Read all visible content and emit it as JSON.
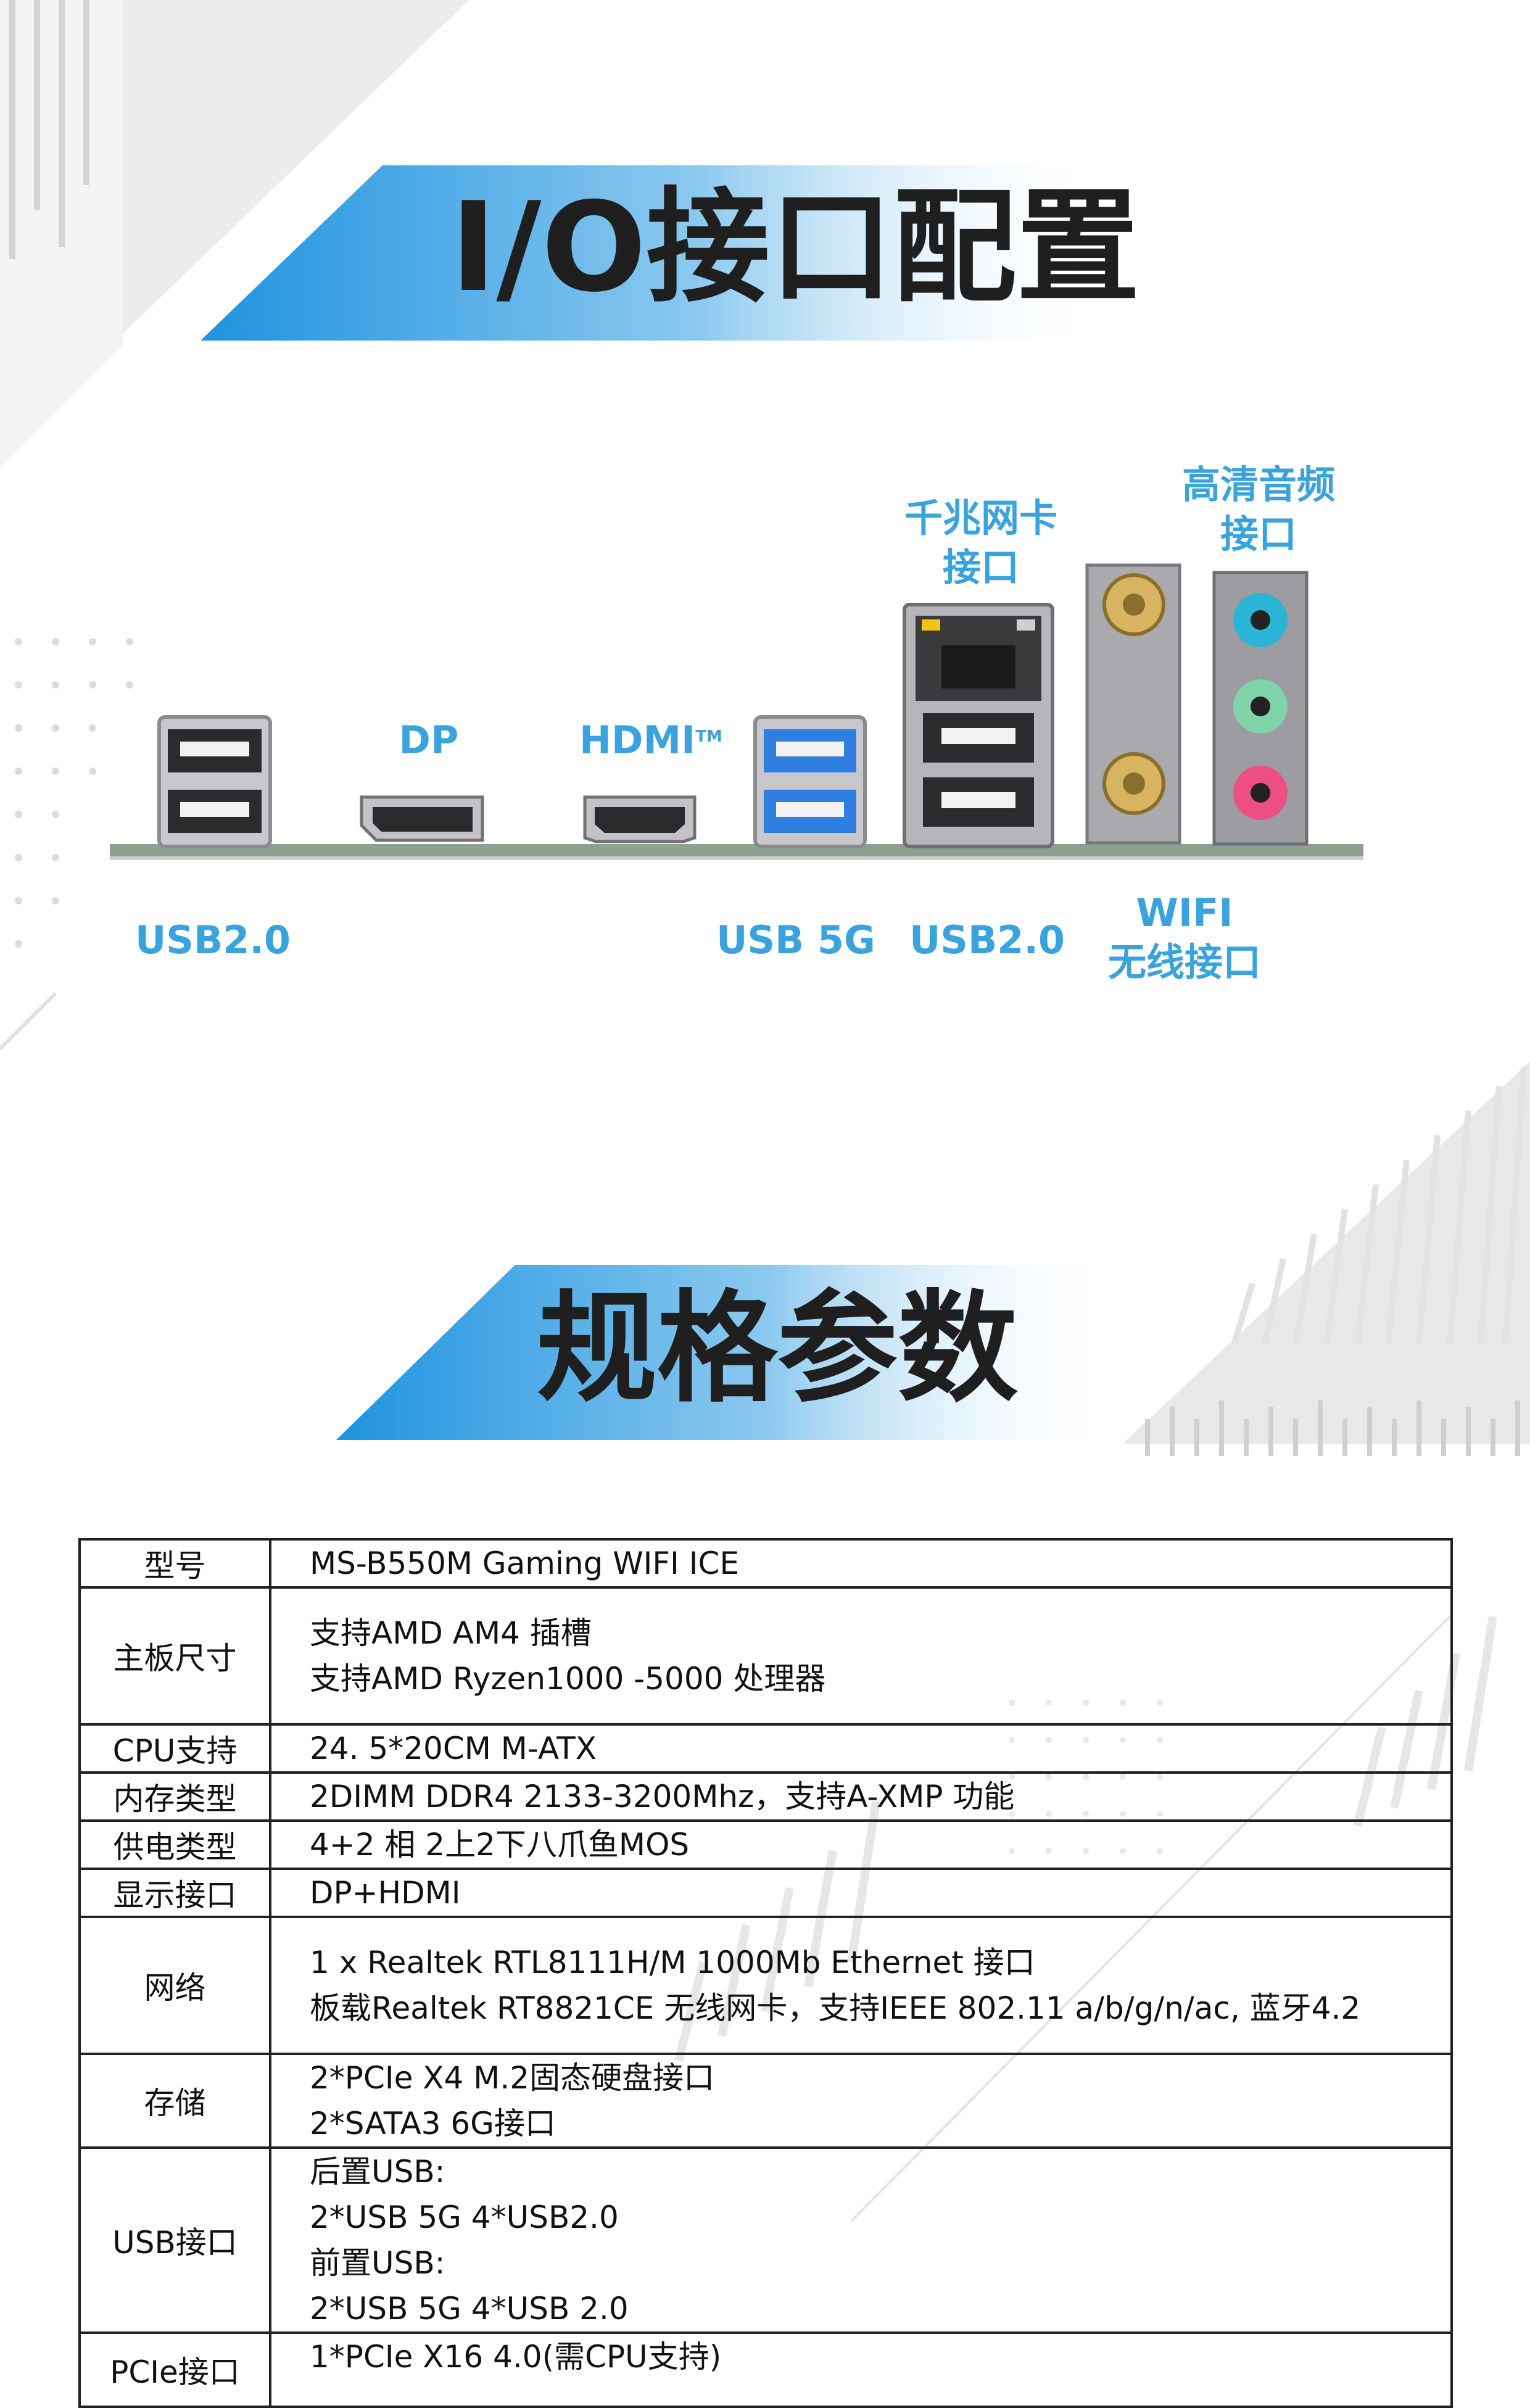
{
  "io_section": {
    "title": "I/O接口配置",
    "labels": {
      "dp": "DP",
      "hdmi": "HDMI",
      "hdmi_tm": "TM",
      "lan": [
        "千兆网卡",
        "接口"
      ],
      "audio": [
        "高清音频",
        "接口"
      ],
      "usb2_left": "USB2.0",
      "usb5g": "USB 5G",
      "usb2_right": "USB2.0",
      "wifi": [
        "WIFI",
        "无线接口"
      ]
    },
    "colors": {
      "label_blue": "#3aa3dd",
      "usb3_blue": "#2f7fe0",
      "audio_line_in": "#2ab4d6",
      "audio_line_out": "#7ed3a8",
      "audio_mic": "#ee4f82",
      "board_green": "#8fa090"
    }
  },
  "spec_section": {
    "title": "规格参数",
    "rows": [
      {
        "label": "型号",
        "lines": [
          "MS-B550M  Gaming  WIFI  ICE"
        ]
      },
      {
        "label": "主板尺寸",
        "lines": [
          "支持AMD  AM4 插槽",
          "支持AMD  Ryzen1000 -5000 处理器"
        ]
      },
      {
        "label": "CPU支持",
        "lines": [
          "24. 5*20CM   M-ATX"
        ]
      },
      {
        "label": "内存类型",
        "lines": [
          "2DIMM   DDR4  2133-3200Mhz，支持A-XMP 功能"
        ]
      },
      {
        "label": "供电类型",
        "lines": [
          "4+2 相 2上2下八爪鱼MOS"
        ]
      },
      {
        "label": "显示接口",
        "lines": [
          "DP+HDMI"
        ]
      },
      {
        "label": "网络",
        "lines": [
          "1 x Realtek RTL8111H/M  1000Mb  Ethernet 接口",
          "板载Realtek RT8821CE 无线网卡，支持IEEE 802.11  a/b/g/n/ac, 蓝牙4.2"
        ]
      },
      {
        "label": "存储",
        "lines": [
          "2*PCIe X4 M.2固态硬盘接口",
          "2*SATA3  6G接口"
        ]
      },
      {
        "label": "USB接口",
        "lines": [
          "后置USB:",
          "2*USB 5G 4*USB2.0",
          "前置USB:",
          "2*USB 5G 4*USB 2.0"
        ]
      },
      {
        "label": "PCIe接口",
        "lines": [
          "1*PCIe X16 4.0(需CPU支持)"
        ]
      }
    ]
  }
}
